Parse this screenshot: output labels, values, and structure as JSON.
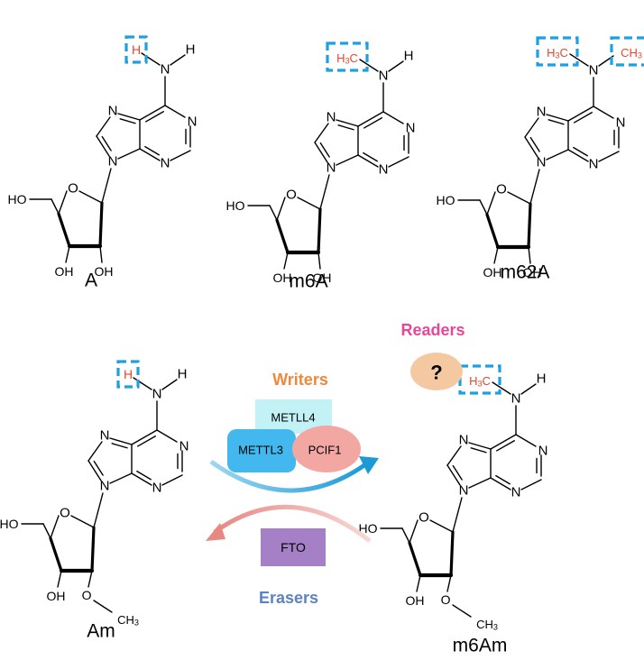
{
  "colors": {
    "bond": "#000000",
    "highlight": "#e8462e",
    "dashed_box": "#1ea0e0",
    "writers": "#f0883a",
    "readers": "#e5489a",
    "erasers": "#5b83c4",
    "fto": "#a680c6",
    "question_bubble": "#f4c9a2",
    "metll4_box": "#c2f1f6",
    "metll3_box": "#43b8ee",
    "pcif1_box": "#f3a7a2",
    "writer_arrow": "#1b9ad6",
    "eraser_arrow": "#e78883"
  },
  "atoms": {
    "N": "N",
    "H": "H",
    "HO": "HO",
    "OH": "OH",
    "O": "O",
    "H3C": "H3C",
    "CH3": "CH3"
  },
  "molecules": [
    {
      "id": "A",
      "name": "A",
      "n6_left": "H",
      "n6_right": "H",
      "sugar_2": "OH"
    },
    {
      "id": "m6A",
      "name": "m6A",
      "n6_left": "H3C",
      "n6_right": "H",
      "sugar_2": "OH"
    },
    {
      "id": "m62A",
      "name": "m62A",
      "n6_left": "H3C",
      "n6_right": "CH3",
      "sugar_2": "OH"
    },
    {
      "id": "Am",
      "name": "Am",
      "n6_left": "H",
      "n6_right": "H",
      "sugar_2": "OCH3"
    },
    {
      "id": "m6Am",
      "name": "m6Am",
      "n6_left": "H3C",
      "n6_right": "H",
      "sugar_2": "OCH3"
    }
  ],
  "labels": {
    "writers": "Writers",
    "readers": "Readers",
    "erasers": "Erasers",
    "question": "?",
    "metll4": "METLL4",
    "metll3": "METTL3",
    "pcif1": "PCIF1",
    "fto": "FTO"
  }
}
